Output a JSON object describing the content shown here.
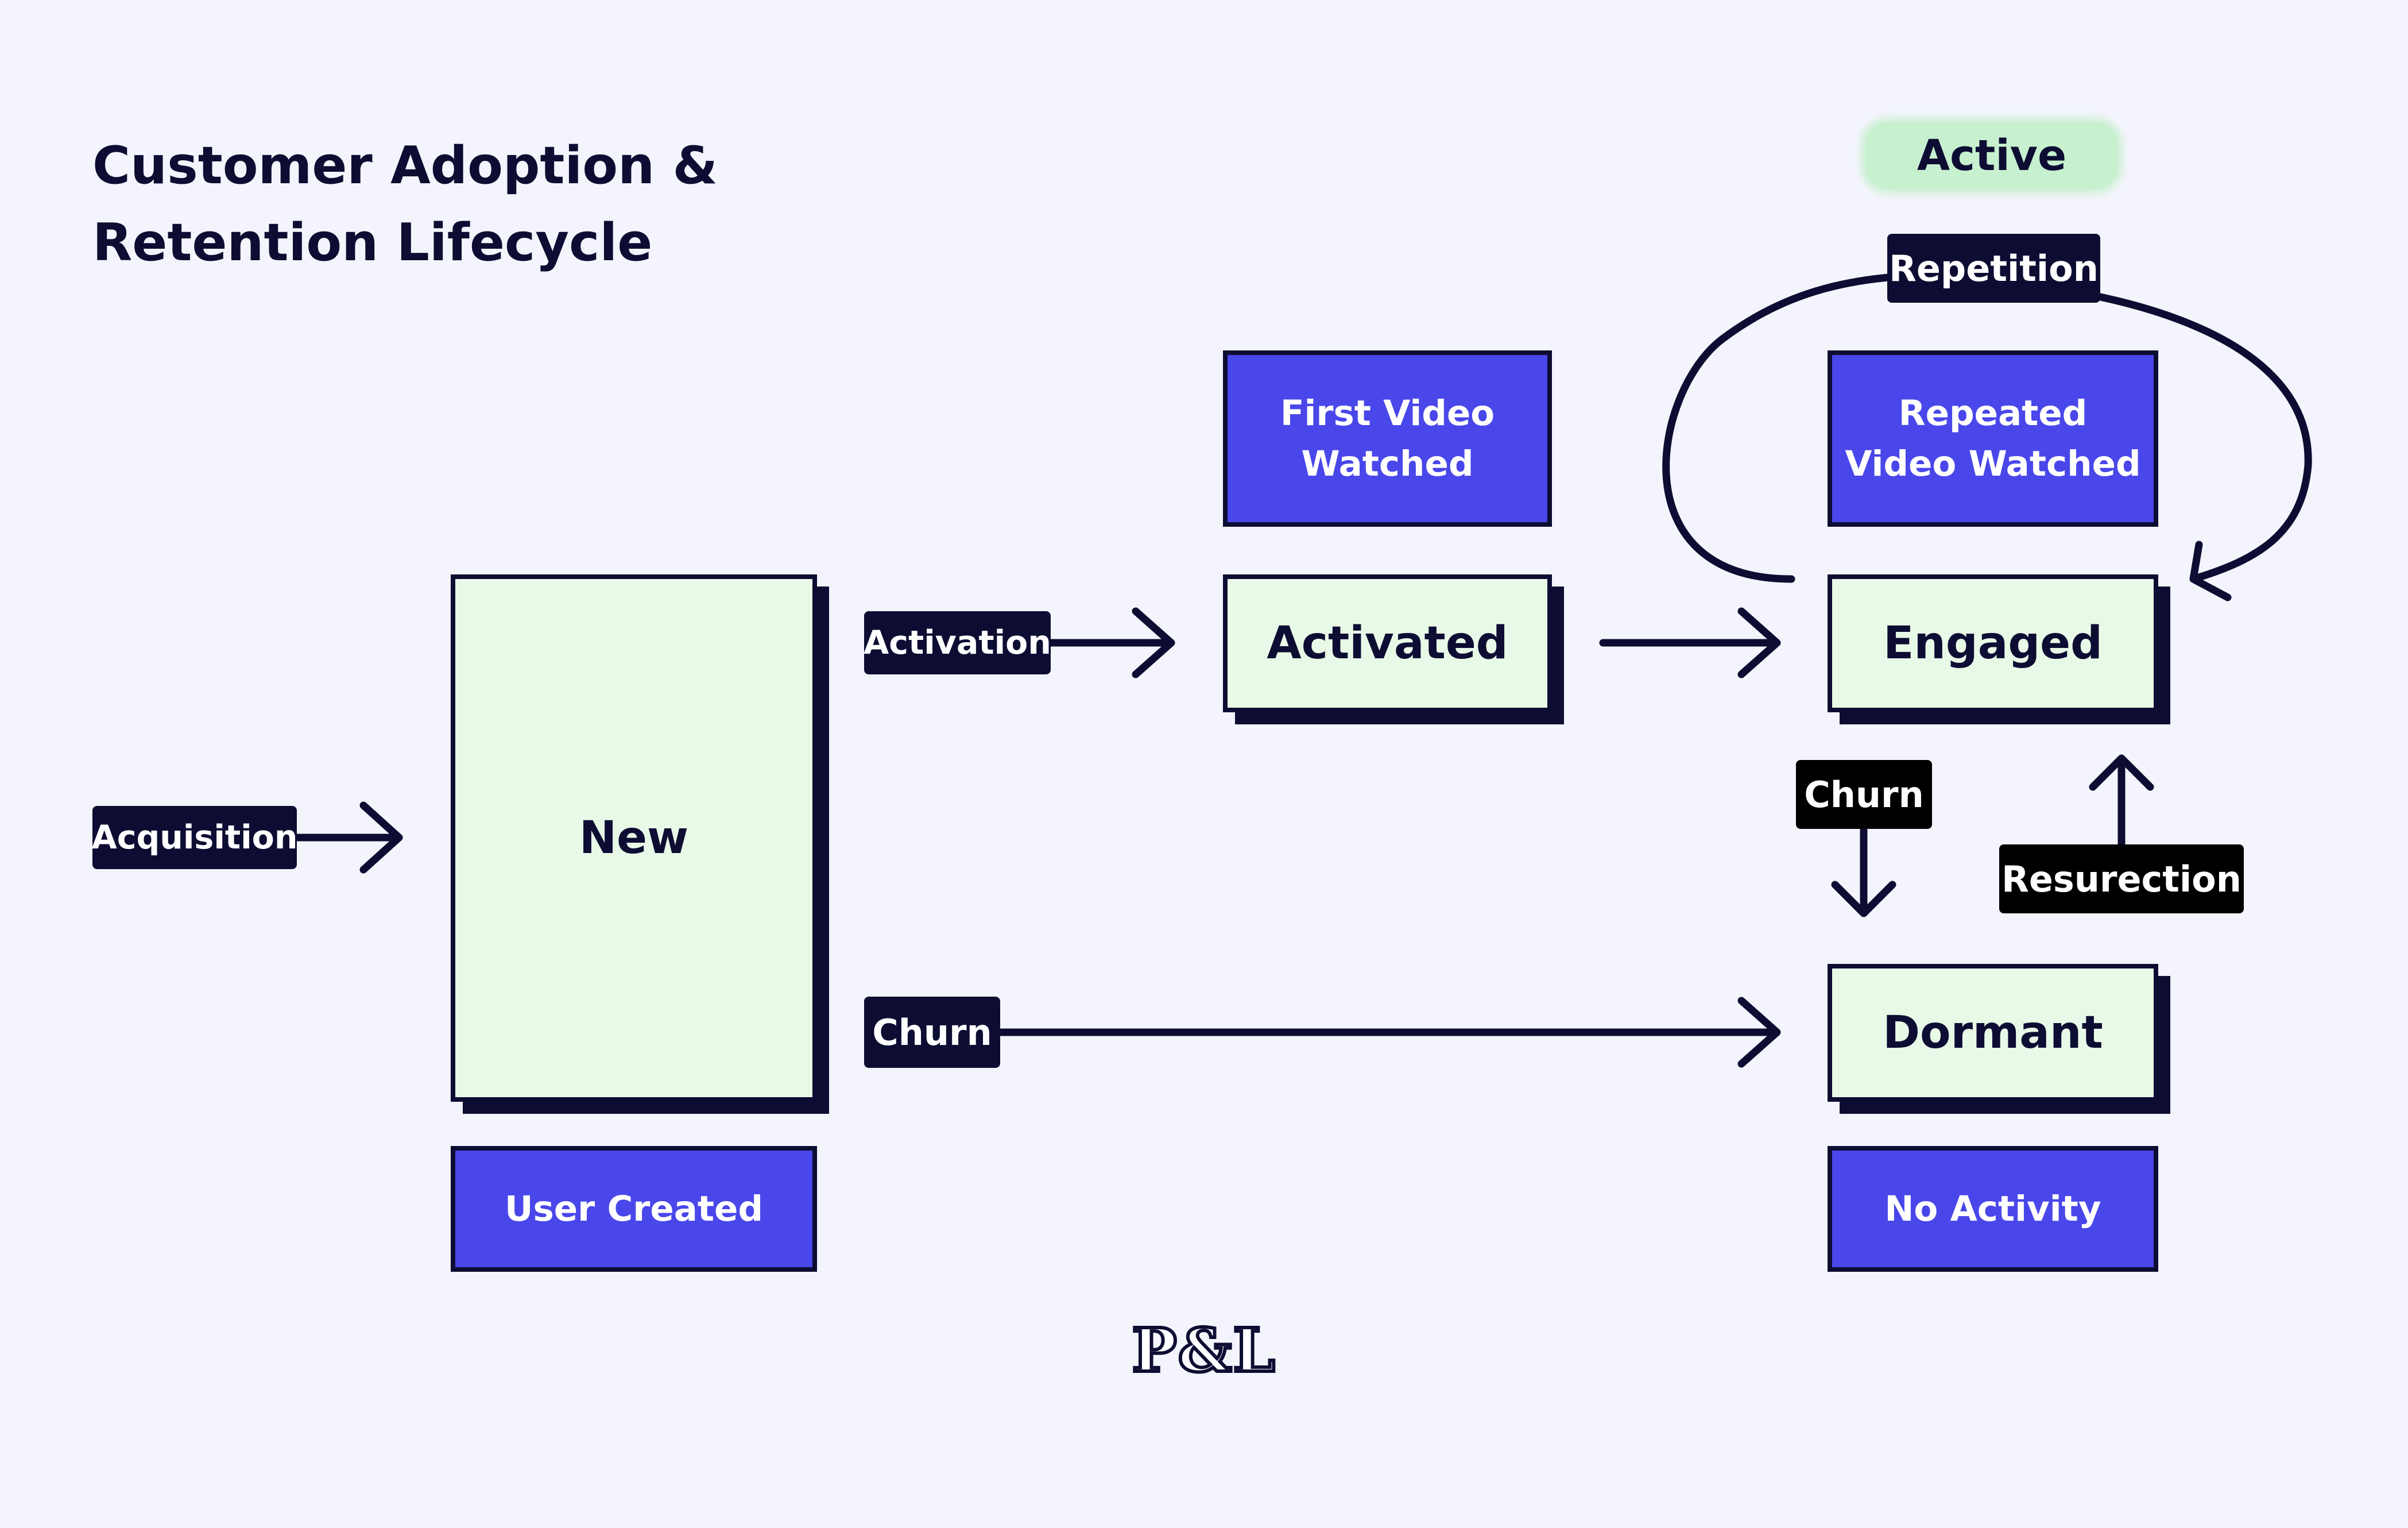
{
  "title": {
    "line1": "Customer Adoption &",
    "line2": "Retention Lifecycle"
  },
  "active_label": "Active",
  "states": {
    "new": "New",
    "activated": "Activated",
    "engaged": "Engaged",
    "dormant": "Dormant"
  },
  "events": {
    "first_video": {
      "line1": "First Video",
      "line2": "Watched"
    },
    "repeated_video": {
      "line1": "Repeated",
      "line2": "Video Watched"
    },
    "user_created": "User Created",
    "no_activity": "No Activity"
  },
  "transitions": {
    "acquisition": "Acquisition",
    "activation": "Activation",
    "churn_new": "Churn",
    "repetition": "Repetition",
    "churn_engaged": "Churn",
    "resurrection": "Resurection"
  },
  "logo": "P&L",
  "colors": {
    "background": "#f4f4fc",
    "navy": "#0d0d33",
    "state_fill": "#e9f9e7",
    "event_fill": "#4947ea",
    "active_highlight": "#c7f0cf"
  }
}
